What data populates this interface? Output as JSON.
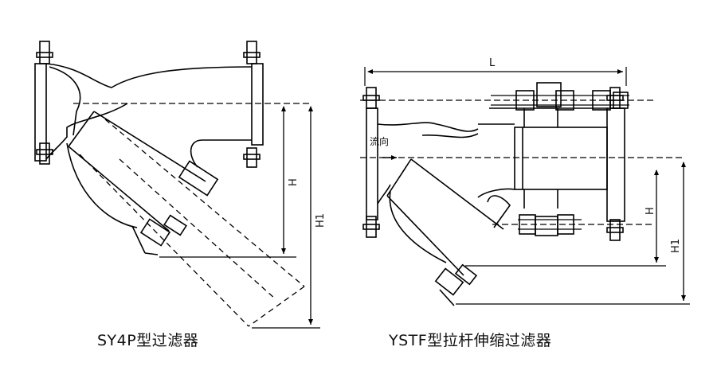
{
  "left_figure": {
    "caption": "SY4P型过滤器",
    "dim_h": "H",
    "dim_h1": "H1"
  },
  "right_figure": {
    "caption": "YSTF型拉杆伸缩过滤器",
    "dim_l": "L",
    "dim_h": "H",
    "dim_h1": "H1",
    "flow_label": "流向"
  }
}
